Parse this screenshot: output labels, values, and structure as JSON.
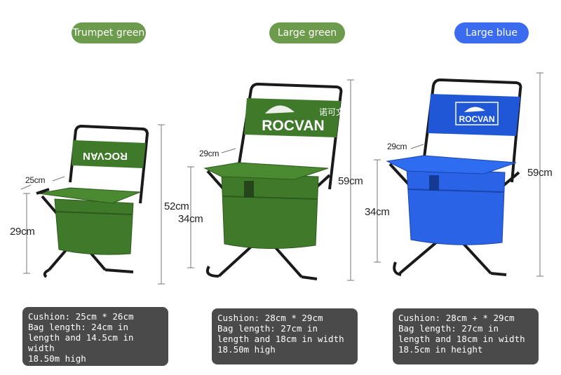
{
  "variants": [
    {
      "label": "Trumpet green",
      "color": "#6d9b4c",
      "cushion_dim": "25cm",
      "seat_height": "29cm",
      "total_height": "52cm",
      "specs": [
        "Cushion: 25cm * 26cm",
        "Bag length: 24cm in",
        "length and 14.5cm in",
        "width",
        "18.50m high"
      ]
    },
    {
      "label": "Large green",
      "color": "#6d9b4c",
      "cushion_dim": "29cm",
      "seat_height": "34cm",
      "total_height": "59cm",
      "specs": [
        "Cushion: 28cm * 29cm",
        "Bag length: 27cm in",
        "length and 18cm in width",
        "18.50m high"
      ]
    },
    {
      "label": "Large blue",
      "color": "#3b6cf0",
      "cushion_dim": "29cm",
      "seat_height": "34cm",
      "total_height": "59cm",
      "specs": [
        "Cushion: 28cm + * 29cm",
        "Bag length: 27cm in",
        "length and 18cm in width",
        "18.5cm in height"
      ]
    }
  ],
  "brand": {
    "name": "ROCVAN",
    "chinese": "诺可文"
  },
  "fabric_colors": {
    "green": "#3f7a2a",
    "blue": "#1f57d6"
  }
}
